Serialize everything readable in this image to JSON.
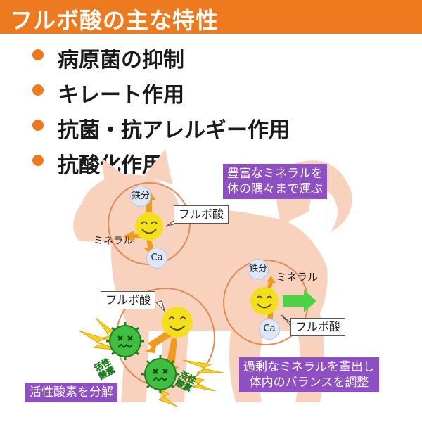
{
  "title": "フルボ酸の主な特性",
  "bullets": [
    "病原菌の抑制",
    "キレート作用",
    "抗菌・抗アレルギー作用",
    "抗酸化作用"
  ],
  "callouts": {
    "top_right": [
      "豊富なミネラルを",
      "体の隅々まで運ぶ"
    ],
    "bottom_right": [
      "過剰なミネラルを輩出し",
      "体内のバランスを調整"
    ],
    "bottom_left": "活性酸素を分解"
  },
  "labels": {
    "fulvic": "フルボ酸",
    "iron": "鉄分",
    "mineral": "ミネラル",
    "calcium": "Ca",
    "radical_1": "活性",
    "radical_2": "酸素"
  },
  "colors": {
    "accent": "#ee7a1f",
    "dog": "#f9d2bd",
    "purple": "#8e4fc3",
    "smiley": "#f4df1b",
    "arrow_orange": "#f39a1e",
    "arrow_green": "#4cd244",
    "germ": "#3fbf3f"
  },
  "icons": [
    "smiley-face-icon",
    "germ-icon",
    "lightning-icon",
    "right-arrow-icon"
  ]
}
